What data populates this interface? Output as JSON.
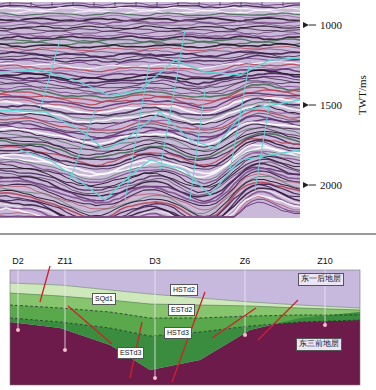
{
  "diagram": {
    "nodes": [
      {
        "text": [
          "SQd1"
        ]
      },
      {
        "text": [
          "HSTd2"
        ]
      },
      {
        "text": [
          "ESTd2"
        ]
      },
      {
        "text": [
          "HSTd3"
        ]
      },
      {
        "text": [
          "ESTd3"
        ]
      },
      {
        "text": [
          "东一后地层"
        ]
      },
      {
        "text": [
          "东三前地层"
        ]
      }
    ],
    "labels": [
      "1000",
      "1500",
      "2000",
      "TWT/ms",
      "D2",
      "Z11",
      "D3",
      "Z6",
      "Z10"
    ]
  }
}
